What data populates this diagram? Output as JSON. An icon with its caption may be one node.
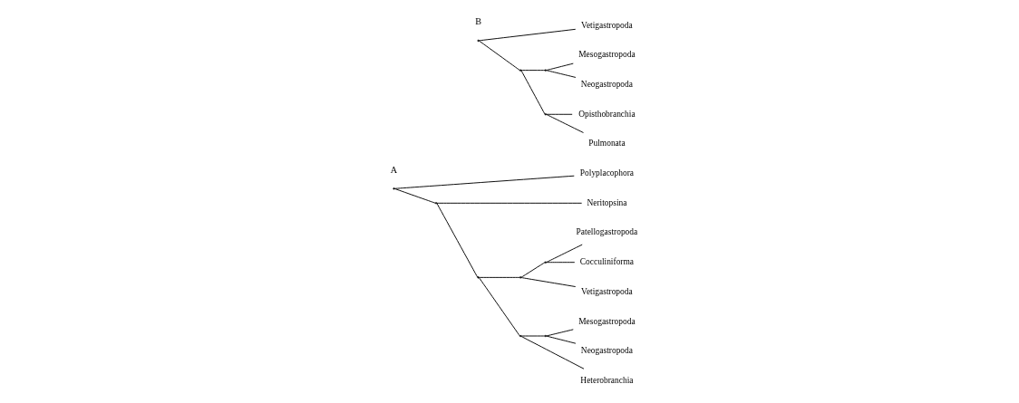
{
  "diagram": {
    "nodes": [
      {
        "text": [],
        "shape": "point"
      },
      {
        "text": [
          "Polyplacophora"
        ]
      },
      {
        "text": [],
        "shape": "point"
      },
      {
        "text": [
          "Neritopsina"
        ]
      },
      {
        "text": [],
        "shape": "point"
      },
      {
        "text": [],
        "shape": "point"
      },
      {
        "text": [],
        "shape": "point"
      },
      {
        "text": [
          "Patellogastropoda"
        ]
      },
      {
        "text": [
          "Cocculiniforma"
        ]
      },
      {
        "text": [
          "Vetigastropoda"
        ]
      },
      {
        "text": [],
        "shape": "point"
      },
      {
        "text": [],
        "shape": "point"
      },
      {
        "text": [
          "Mesogastropoda"
        ]
      },
      {
        "text": [
          "Neogastropoda"
        ]
      },
      {
        "text": [
          "Heterobranchia"
        ]
      },
      {
        "text": [],
        "shape": "point"
      },
      {
        "text": [
          "Vetigastropoda"
        ]
      },
      {
        "text": [],
        "shape": "point"
      },
      {
        "text": [],
        "shape": "point"
      },
      {
        "text": [
          "Mesogastropoda"
        ]
      },
      {
        "text": [
          "Neogastropoda"
        ]
      },
      {
        "text": [],
        "shape": "point"
      },
      {
        "text": [
          "Opisthobranchia"
        ]
      },
      {
        "text": [
          "Pulmonata"
        ]
      }
    ],
    "edges": [
      {
        "from": 0,
        "to": 1,
        "arrow": "none"
      },
      {
        "from": 0,
        "to": 2,
        "arrow": "none"
      },
      {
        "from": 2,
        "to": 3,
        "arrow": "none"
      },
      {
        "from": 2,
        "to": 4,
        "arrow": "none"
      },
      {
        "from": 4,
        "to": 5,
        "arrow": "none"
      },
      {
        "from": 5,
        "to": 6,
        "arrow": "none"
      },
      {
        "from": 6,
        "to": 7,
        "arrow": "none"
      },
      {
        "from": 6,
        "to": 8,
        "arrow": "none"
      },
      {
        "from": 5,
        "to": 9,
        "arrow": "none"
      },
      {
        "from": 4,
        "to": 10,
        "arrow": "none"
      },
      {
        "from": 10,
        "to": 11,
        "arrow": "none"
      },
      {
        "from": 11,
        "to": 12,
        "arrow": "none"
      },
      {
        "from": 11,
        "to": 13,
        "arrow": "none"
      },
      {
        "from": 10,
        "to": 14,
        "arrow": "none"
      },
      {
        "from": 15,
        "to": 16,
        "arrow": "none"
      },
      {
        "from": 15,
        "to": 17,
        "arrow": "none"
      },
      {
        "from": 17,
        "to": 18,
        "arrow": "none"
      },
      {
        "from": 18,
        "to": 19,
        "arrow": "none"
      },
      {
        "from": 18,
        "to": 20,
        "arrow": "none"
      },
      {
        "from": 17,
        "to": 21,
        "arrow": "none"
      },
      {
        "from": 21,
        "to": 22,
        "arrow": "none"
      },
      {
        "from": 21,
        "to": 23,
        "arrow": "none"
      }
    ],
    "labels": [
      "A",
      "B"
    ]
  }
}
